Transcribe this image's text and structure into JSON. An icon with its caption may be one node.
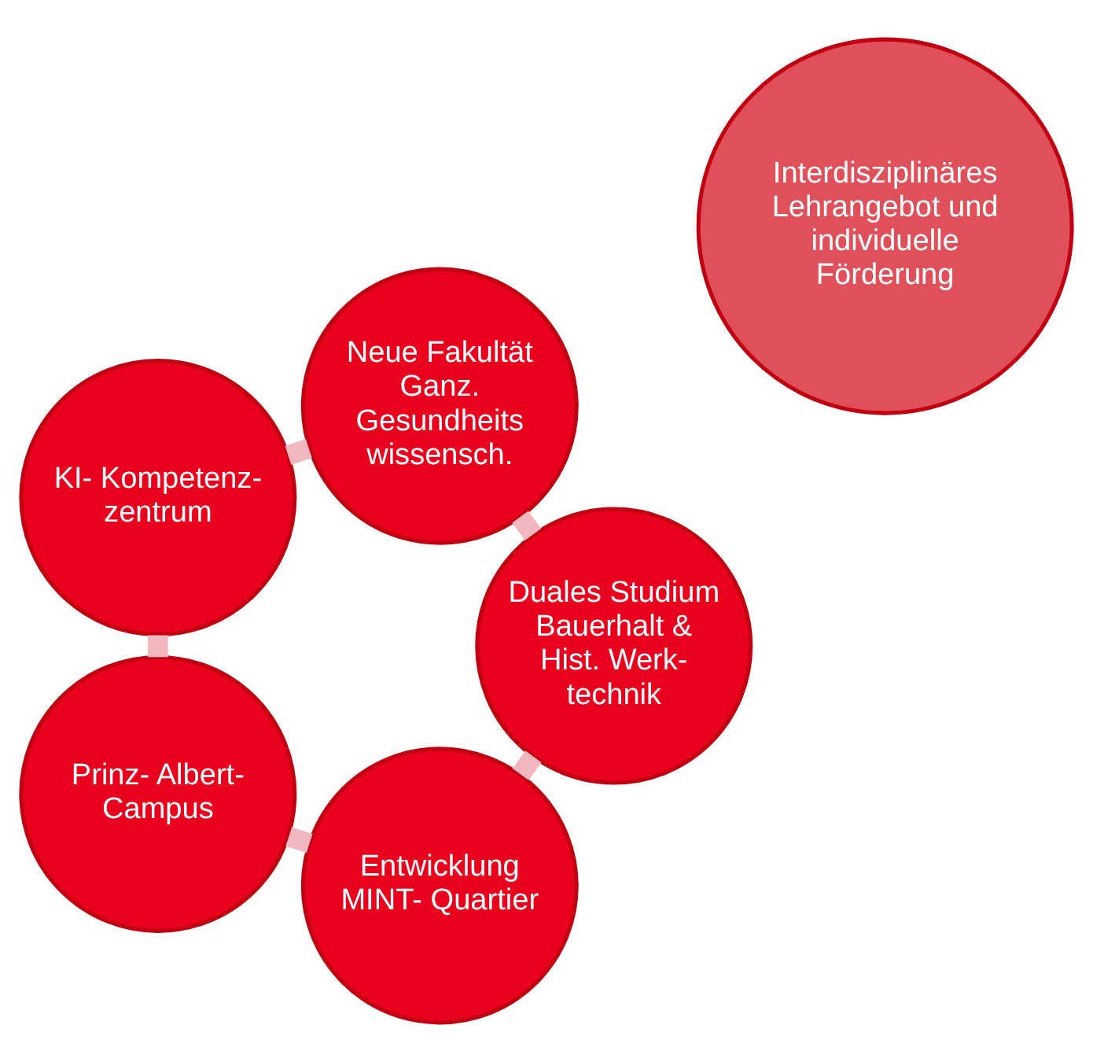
{
  "diagram": {
    "nodes": [
      {
        "text": [
          "Entwicklung MINT- Quartier"
        ]
      },
      {
        "text": [
          "Duales Studium Bauerhalt & Hist. Werk- technik"
        ]
      },
      {
        "text": [
          "Prinz- Albert- Campus"
        ]
      },
      {
        "text": [
          "Interdisziplinäres Lehrangebot und individuelle Förderung"
        ]
      },
      {
        "text": [
          "Neue Fakultät Ganz. Gesundheits wissensch."
        ]
      },
      {
        "text": [
          "KI- Kompetenz- zentrum"
        ]
      }
    ],
    "edges": [
      {
        "from": 0,
        "to": 2,
        "arrow": "none"
      },
      {
        "from": 2,
        "to": 5,
        "arrow": "none"
      },
      {
        "from": 5,
        "to": 4,
        "arrow": "none"
      },
      {
        "from": 4,
        "to": 1,
        "arrow": "none"
      },
      {
        "from": 1,
        "to": 0,
        "arrow": "none"
      }
    ]
  }
}
